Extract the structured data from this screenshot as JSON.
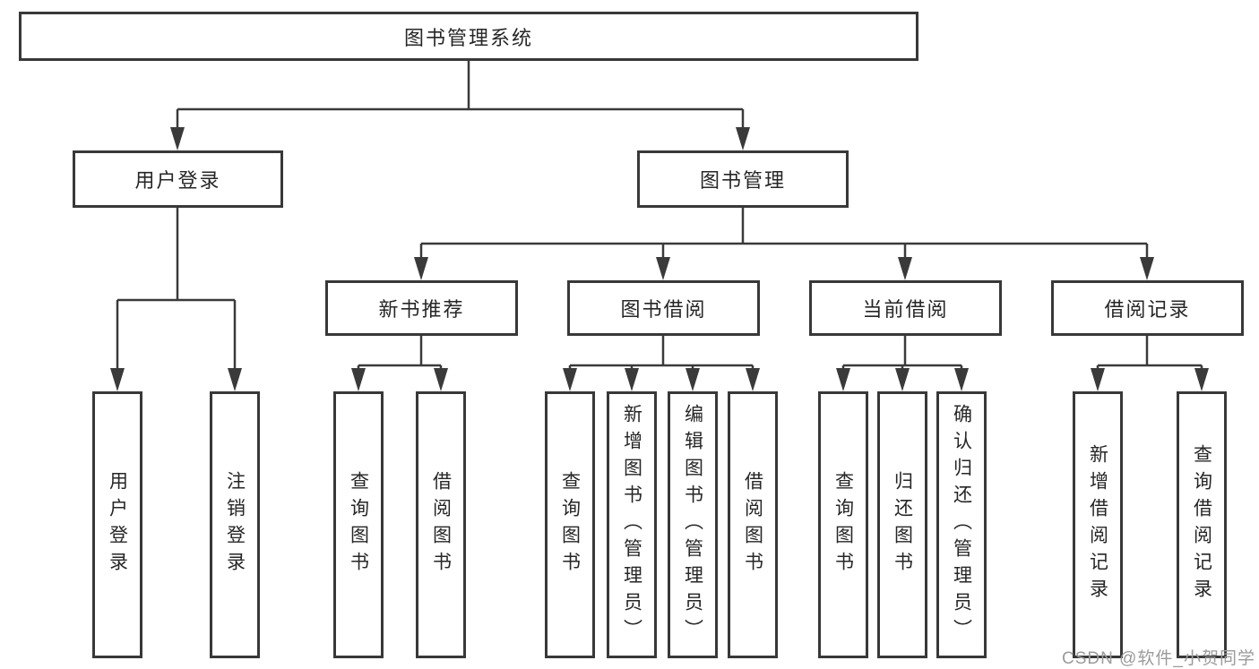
{
  "colors": {
    "line": "#3a3a3a",
    "border": "#383838",
    "text": "#262626",
    "watermark": "#9b9b9b",
    "background": "#ffffff"
  },
  "tree": {
    "root": {
      "label": "图书管理系统"
    },
    "children": [
      {
        "label": "用户登录",
        "children": [
          {
            "label": "用户登录"
          },
          {
            "label": "注销登录"
          }
        ]
      },
      {
        "label": "图书管理",
        "children": [
          {
            "label": "新书推荐",
            "children": [
              {
                "label": "查询图书"
              },
              {
                "label": "借阅图书"
              }
            ]
          },
          {
            "label": "图书借阅",
            "children": [
              {
                "label": "查询图书"
              },
              {
                "label": "新增图书（管理员）"
              },
              {
                "label": "编辑图书（管理员）"
              },
              {
                "label": "借阅图书"
              }
            ]
          },
          {
            "label": "当前借阅",
            "children": [
              {
                "label": "查询图书"
              },
              {
                "label": "归还图书"
              },
              {
                "label": "确认归还（管理员）"
              }
            ]
          },
          {
            "label": "借阅记录",
            "children": [
              {
                "label": "新增借阅记录"
              },
              {
                "label": "查询借阅记录"
              }
            ]
          }
        ]
      }
    ]
  },
  "watermark": "CSDN @软件_小贺同学"
}
